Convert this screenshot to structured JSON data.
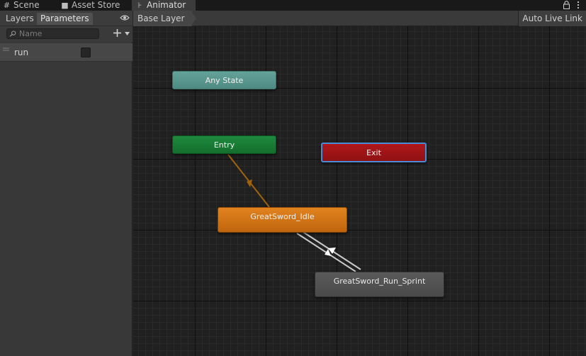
{
  "window_tabs": [
    {
      "label": "Scene",
      "icon": "grid-icon",
      "active": false
    },
    {
      "label": "Asset Store",
      "icon": "bag-icon",
      "active": false
    },
    {
      "label": "Animator",
      "icon": "animator-icon",
      "active": true
    }
  ],
  "left_panel": {
    "tabs": [
      {
        "label": "Layers",
        "active": false
      },
      {
        "label": "Parameters",
        "active": true
      }
    ],
    "search_placeholder": "Name",
    "parameters": [
      {
        "name": "run",
        "type": "bool",
        "checked": false
      }
    ]
  },
  "graph_header": {
    "breadcrumb": "Base Layer",
    "auto_live_link": "Auto Live Link"
  },
  "states": {
    "any_state": {
      "label": "Any State",
      "color": "#5c988f"
    },
    "entry": {
      "label": "Entry",
      "color": "#198032"
    },
    "exit": {
      "label": "Exit",
      "color": "#a01416",
      "selected": true
    },
    "idle": {
      "label": "GreatSword_Idle",
      "color": "#d57516",
      "default": true
    },
    "run": {
      "label": "GreatSword_Run_Sprint",
      "color": "#525252"
    }
  },
  "transitions": [
    {
      "from": "Entry",
      "to": "GreatSword_Idle",
      "color": "#a0630c"
    },
    {
      "from": "GreatSword_Idle",
      "to": "GreatSword_Run_Sprint",
      "color": "#c8c8c8"
    },
    {
      "from": "GreatSword_Run_Sprint",
      "to": "GreatSword_Idle",
      "color": "#c8c8c8"
    }
  ]
}
